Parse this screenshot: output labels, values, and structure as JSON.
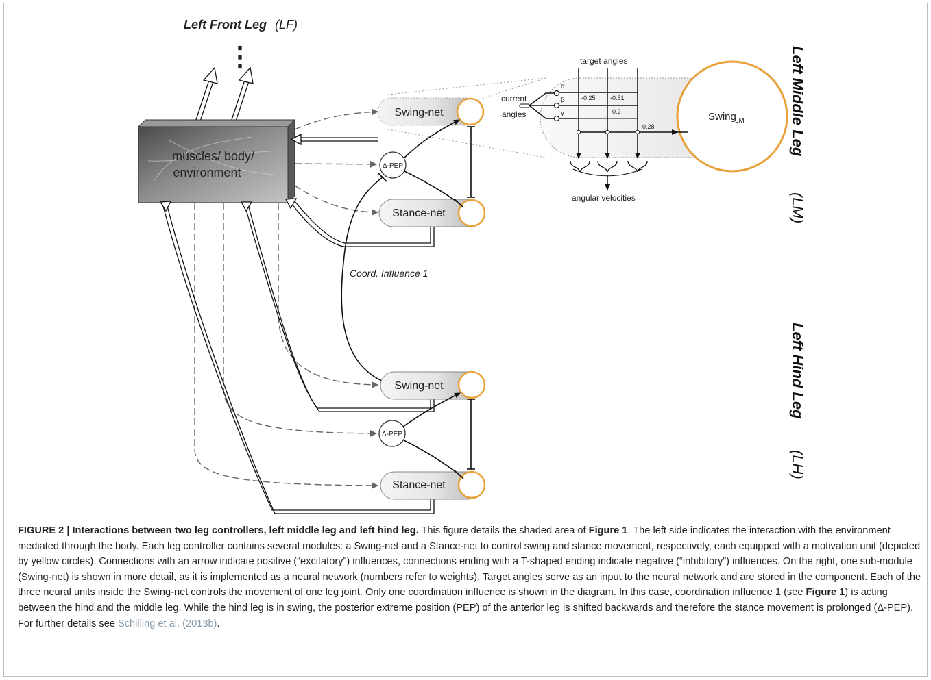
{
  "diagram": {
    "front_leg_title": "Left Front Leg",
    "front_leg_abbr": "(LF)",
    "ellipsis": "⋮",
    "environment_box": [
      "muscles/ body/",
      "environment"
    ],
    "middle_leg_title": "Left Middle Leg",
    "middle_leg_abbr": "(LM)",
    "hind_leg_title": "Left Hind Leg",
    "hind_leg_abbr": "(LH)",
    "swing_net_label": "Swing-net",
    "stance_net_label": "Stance-net",
    "delta_pep_label": "Δ-PEP",
    "coord_influence_label": "Coord. Influence 1",
    "detail": {
      "target_angles": "target angles",
      "current_angles": [
        "current",
        "angles"
      ],
      "joint_labels": [
        "α",
        "β",
        "γ"
      ],
      "weights": [
        "-0.25",
        "-0.51",
        "-0.2",
        "-0.28"
      ],
      "swing_unit_label": "Swing",
      "swing_unit_subscript": "LM",
      "angular_velocities": "angular velocities"
    },
    "colors": {
      "motivation_circle": "#e8a13a",
      "environment_box": "#6a6a6a",
      "net_gradient_light": "#ffffff",
      "net_gradient_dark": "#b9b9b9"
    }
  },
  "caption": {
    "figure_label": "FIGURE 2 | Interactions between two leg controllers, left middle leg and left hind leg.",
    "text1": " This figure details the shaded area of ",
    "fig1_ref_a": "Figure 1",
    "text2": ". The left side indicates the interaction with the environment mediated through the body. Each leg controller contains several modules: a Swing-net and a Stance-net to control swing and stance movement, respectively, each equipped with a motivation unit (depicted by yellow circles). Connections with an arrow indicate positive (“excitatory”) influences, connections ending with a T-shaped ending indicate negative (“inhibitory”) influences. On the right, one sub-module (Swing-net) is shown in more detail, as it is implemented as a neural network (numbers refer to weights). Target angles serve as an input to the neural network and are stored in the component. Each of the three neural units inside the Swing-net controls the movement of one leg joint. Only one coordination influence is shown in the diagram. In this case, coordination influence 1 (see ",
    "fig1_ref_b": "Figure 1",
    "text3": ") is acting between the hind and the middle leg. While the hind leg is in swing, the posterior extreme position (PEP) of the anterior leg is shifted backwards and therefore the stance movement is prolonged (Δ-PEP). For further details see ",
    "citation": "Schilling et al. (2013b)",
    "text4": "."
  }
}
